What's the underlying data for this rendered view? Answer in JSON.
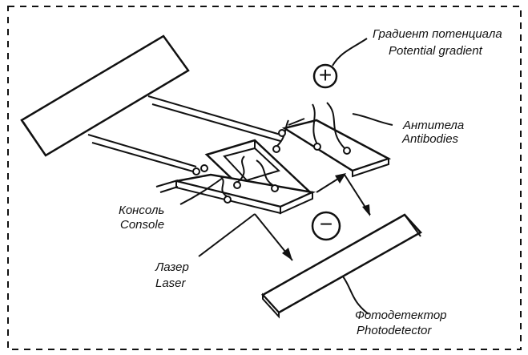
{
  "labels": {
    "potential_ru": "Градиент потенциала",
    "potential_en": "Potential gradient",
    "antibodies_ru": "Антитела",
    "antibodies_en": "Antibodies",
    "console_ru": "Консоль",
    "console_en": "Console",
    "laser_ru": "Лазер",
    "laser_en": "Laser",
    "photodetector_ru": "Фотодетектор",
    "photodetector_en": "Photodetector"
  },
  "symbols": {
    "plus": "+",
    "minus": "−"
  },
  "colors": {
    "stroke": "#111111",
    "background": "#ffffff"
  }
}
